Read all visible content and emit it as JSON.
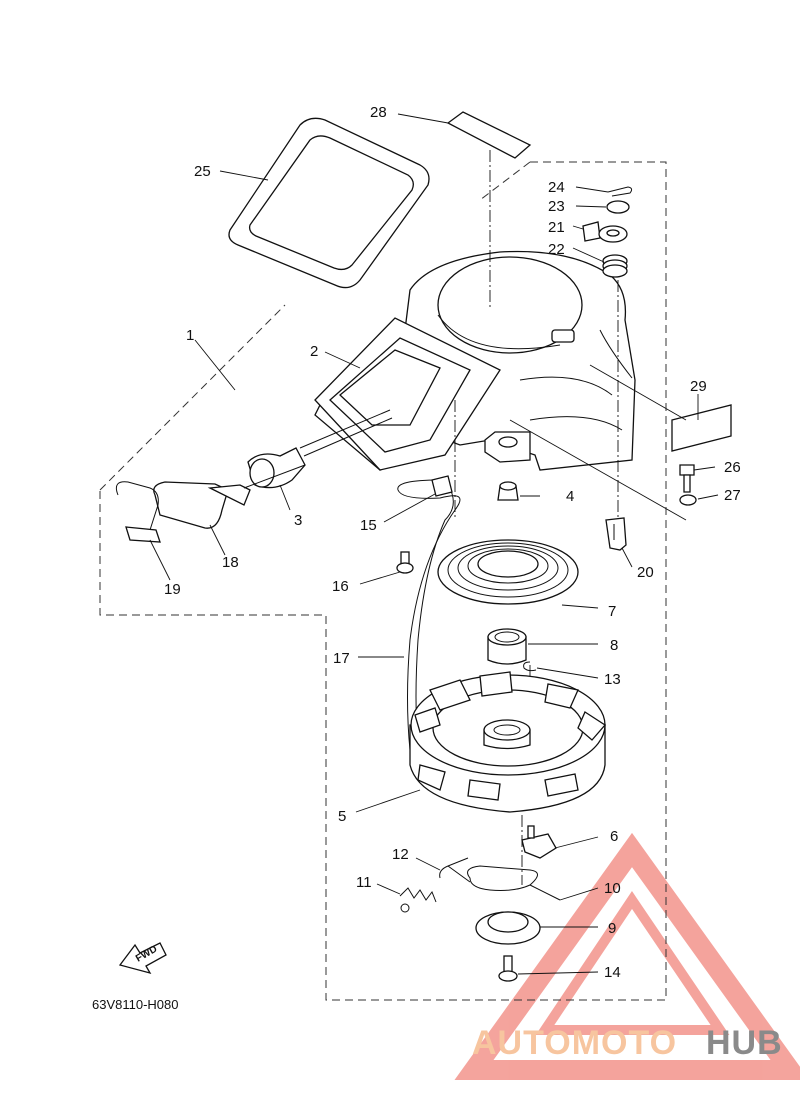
{
  "diagram_code": "63V8110-H080",
  "forward_label": "FWD",
  "watermark": {
    "part1": "AUTOMOTO",
    "part2": "HUB",
    "color1": "#f7c59f",
    "color2": "#8a8a8a",
    "logo_color": "#f08a80"
  },
  "parts": [
    {
      "id": "p1",
      "number": "1"
    },
    {
      "id": "p2",
      "number": "2"
    },
    {
      "id": "p3",
      "number": "3"
    },
    {
      "id": "p4",
      "number": "4"
    },
    {
      "id": "p5",
      "number": "5"
    },
    {
      "id": "p6",
      "number": "6"
    },
    {
      "id": "p7",
      "number": "7"
    },
    {
      "id": "p8",
      "number": "8"
    },
    {
      "id": "p9",
      "number": "9"
    },
    {
      "id": "p10",
      "number": "10"
    },
    {
      "id": "p11",
      "number": "11"
    },
    {
      "id": "p12",
      "number": "12"
    },
    {
      "id": "p13",
      "number": "13"
    },
    {
      "id": "p14",
      "number": "14"
    },
    {
      "id": "p15",
      "number": "15"
    },
    {
      "id": "p16",
      "number": "16"
    },
    {
      "id": "p17",
      "number": "17"
    },
    {
      "id": "p18",
      "number": "18"
    },
    {
      "id": "p19",
      "number": "19"
    },
    {
      "id": "p20",
      "number": "20"
    },
    {
      "id": "p21",
      "number": "21"
    },
    {
      "id": "p22",
      "number": "22"
    },
    {
      "id": "p23",
      "number": "23"
    },
    {
      "id": "p24",
      "number": "24"
    },
    {
      "id": "p25",
      "number": "25"
    },
    {
      "id": "p26",
      "number": "26"
    },
    {
      "id": "p27",
      "number": "27"
    },
    {
      "id": "p28",
      "number": "28"
    },
    {
      "id": "p29",
      "number": "29"
    }
  ]
}
